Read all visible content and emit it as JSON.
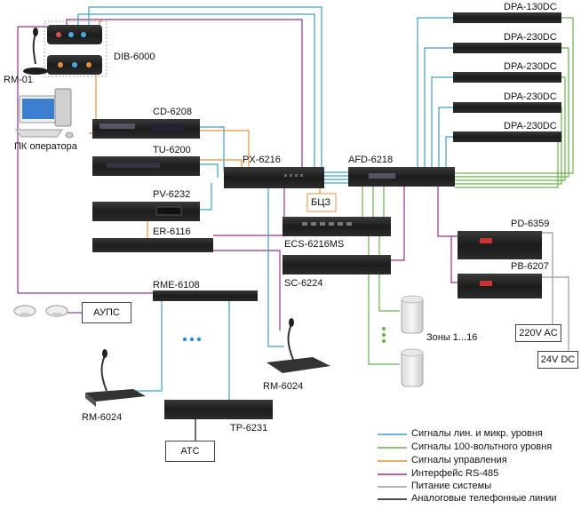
{
  "devices": {
    "rm01": "RM-01",
    "dib": "DIB-6000",
    "pc": "ПК оператора",
    "cd": "CD-6208",
    "tu": "TU-6200",
    "pv": "PV-6232",
    "er": "ER-6116",
    "px": "PX-6216",
    "afd": "AFD-6218",
    "bcz": "БЦЗ",
    "ecs": "ECS-6216MS",
    "sc": "SC-6224",
    "rme": "RME-6108",
    "aups": "АУПС",
    "rm6024a": "RM-6024",
    "rm6024b": "RM-6024",
    "tp": "TP-6231",
    "ats": "АТС",
    "pd": "PD-6359",
    "pb": "PB-6207",
    "ac": "220V AC",
    "dc": "24V DC",
    "zones": "Зоны 1...16",
    "dpa130": "DPA-130DC",
    "dpa230_1": "DPA-230DC",
    "dpa230_2": "DPA-230DC",
    "dpa230_3": "DPA-230DC",
    "dpa230_4": "DPA-230DC"
  },
  "legend": [
    {
      "label": "Сигналы лин. и микр. уровня",
      "color": "#3aa0c8"
    },
    {
      "label": "Сигналы 100-вольтного уровня",
      "color": "#6ab04c"
    },
    {
      "label": "Сигналы управления",
      "color": "#e8913a"
    },
    {
      "label": "Интерфейс RS-485",
      "color": "#9b2f8a"
    },
    {
      "label": "Питание системы",
      "color": "#999999"
    },
    {
      "label": "Аналоговые телефонные линии",
      "color": "#111111"
    }
  ],
  "colors": {
    "signal": "#3aa0c8",
    "v100": "#6ab04c",
    "control": "#e8913a",
    "rs485": "#9b2f8a",
    "power": "#999999",
    "phone": "#111111",
    "accent_dots": "#2a8fd6"
  }
}
